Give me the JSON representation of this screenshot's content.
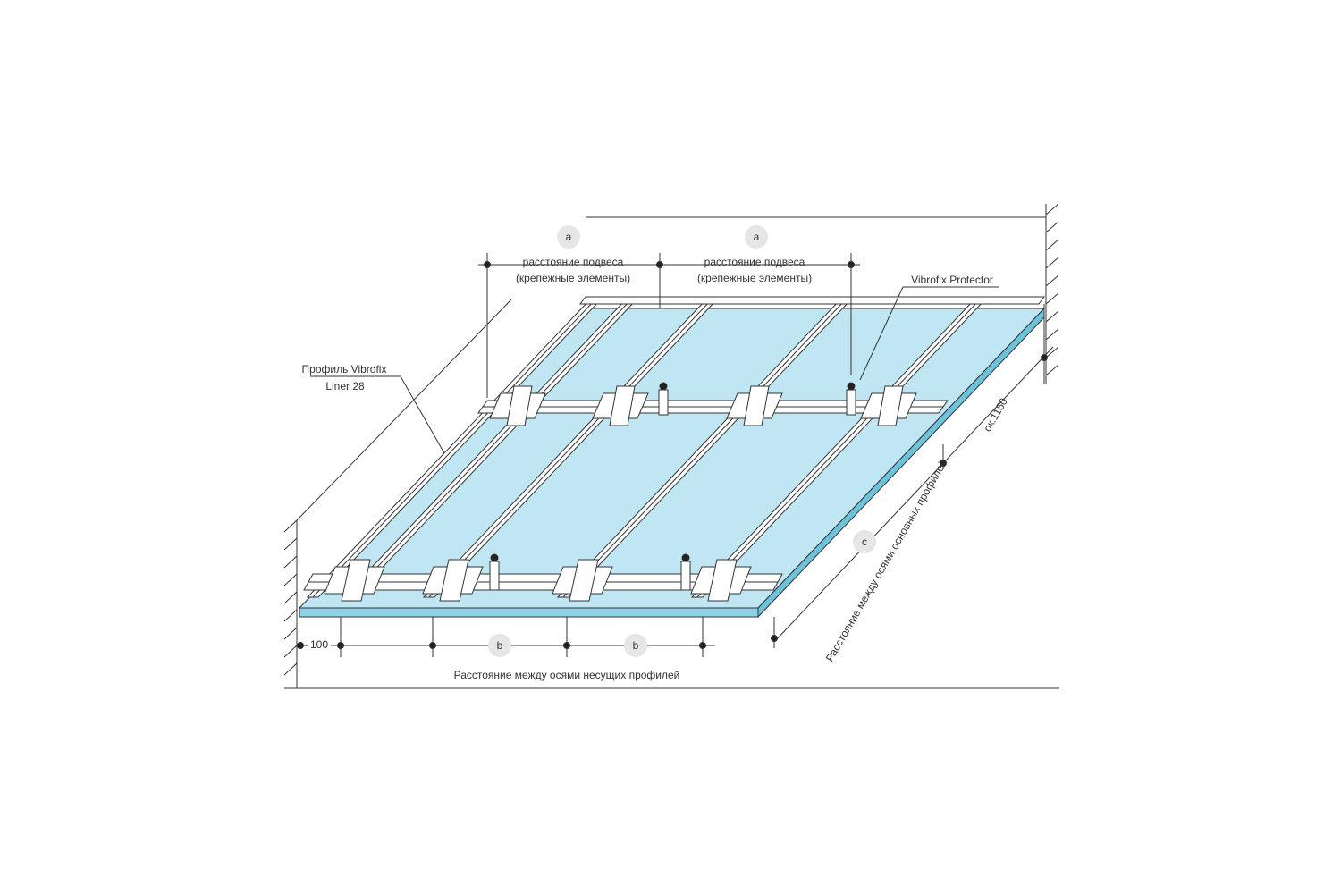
{
  "labels": {
    "a": "a",
    "b": "b",
    "c": "c",
    "hanger_line1": "расстояние подвеса",
    "hanger_line2": "(крепежные элементы)",
    "protector": "Vibrofix  Protector",
    "profile_line1": "Профиль Vibrofix",
    "profile_line2": "Liner 28",
    "edge_offset": "100",
    "ok1150": "ок.1150",
    "main_spacing": "Расстояние между осями основных профилей",
    "bearing_spacing": "Расстояние между осями несущих профилей"
  },
  "colors": {
    "board": "#bfe6f2",
    "board_edge": "#6ec3dc",
    "line": "#333333",
    "profile": "#ffffff",
    "circle": "#e6e6e6"
  }
}
